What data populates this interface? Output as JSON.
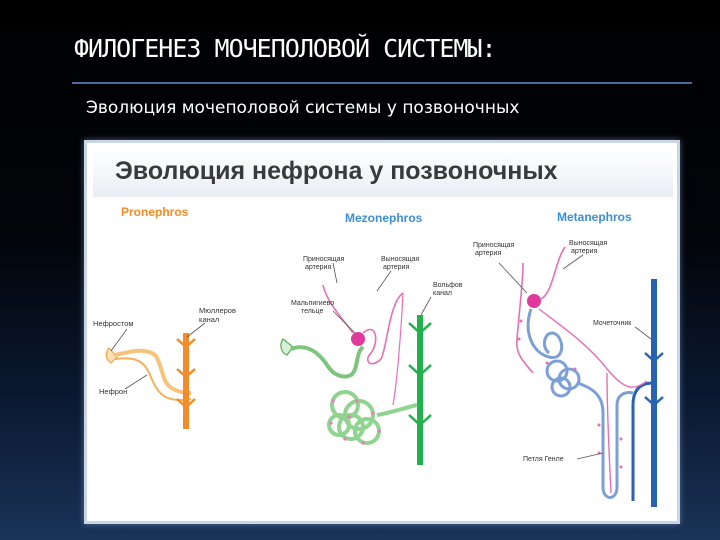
{
  "slide": {
    "title": "ФИЛОГЕНЕЗ МОЧЕПОЛОВОЙ СИСТЕМЫ:",
    "subtitle": "Эволюция мочеполовой системы у позвоночных"
  },
  "figure": {
    "heading": "Эволюция нефрона у позвоночных",
    "panels": [
      {
        "name": "Pronephros",
        "duct_color": "#f28c28",
        "labels": [
          "Нефростом",
          "Мюллеров",
          "канал",
          "Нефрон"
        ]
      },
      {
        "name": "Mezonephros",
        "duct_color": "#22b14c",
        "labels": [
          "Приносящая",
          "артерия",
          "Выносящая",
          "артерия",
          "Мальпигиево",
          "тельце",
          "Вольфов",
          "канал"
        ]
      },
      {
        "name": "Metanephros",
        "duct_color": "#2763b0",
        "labels": [
          "Приносящая",
          "артерия",
          "Выносящая",
          "артерия",
          "Мочеточник",
          "Петля Генле"
        ]
      }
    ],
    "colors": {
      "heading": "#3a3a3a",
      "pronephros_title": "#f28c28",
      "panel_title": "#3b8fd6",
      "artery": "#e86fb4",
      "glomerulus": "#e0399c",
      "tubule_green": "#8fd48f",
      "tubule_blue": "#7d9fd8",
      "tubule_orange": "#f7c27a"
    }
  }
}
